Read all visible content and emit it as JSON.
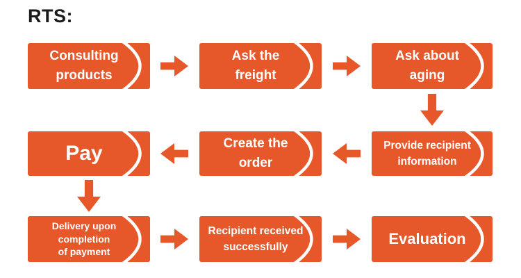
{
  "title": "RTS:",
  "colors": {
    "accent": "#E6572A",
    "text_on_accent": "#FFFFFF",
    "title_color": "#1B1B1B",
    "background": "#FFFFFF"
  },
  "icons": {
    "arrow_right": "right-pointing block arrow",
    "arrow_left": "left-pointing block arrow",
    "arrow_down": "down-pointing block arrow",
    "paren_arc": "white closing-parenthesis arc accent on each step box"
  },
  "steps": [
    {
      "label": "Consulting\nproducts"
    },
    {
      "label": "Ask the\nfreight"
    },
    {
      "label": "Ask about\naging"
    },
    {
      "label": "Provide recipient\ninformation"
    },
    {
      "label": "Create the\norder"
    },
    {
      "label": "Pay"
    },
    {
      "label": "Delivery upon\ncompletion\nof payment"
    },
    {
      "label": "Recipient received\nsuccessfully"
    },
    {
      "label": "Evaluation"
    }
  ]
}
